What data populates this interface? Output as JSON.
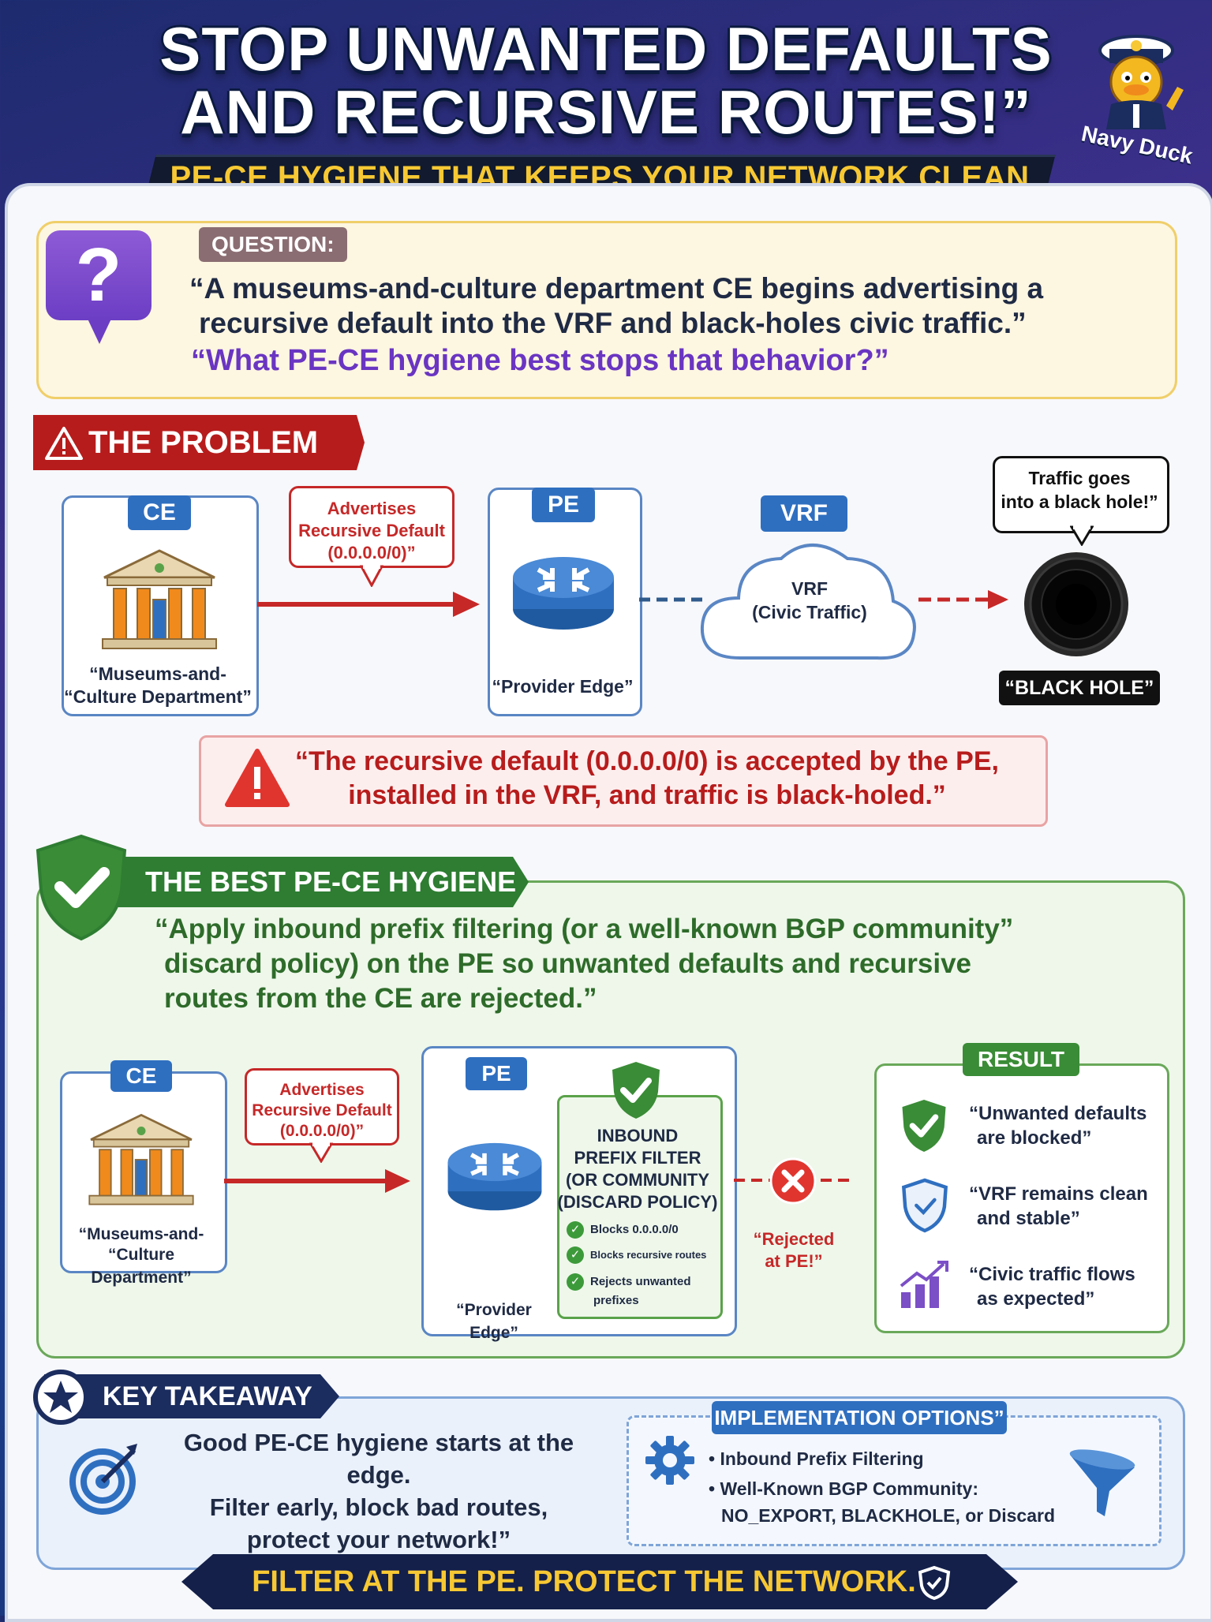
{
  "header": {
    "title_line1": "STOP UNWANTED DEFAULTS",
    "title_line2": "AND RECURSIVE ROUTES!”",
    "subtitle": "PE-CE HYGIENE THAT KEEPS YOUR NETWORK CLEAN",
    "logo_text": "Navy Duck"
  },
  "question": {
    "label": "QUESTION:",
    "icon": "question-mark-icon",
    "line1": "“A museums-and-culture department CE begins advertising a",
    "line2": "recursive default into the VRF and black-holes civic traffic.”",
    "line3": "“What PE-CE hygiene best stops that behavior?”"
  },
  "problem": {
    "banner": "THE PROBLEM",
    "ce_tag": "CE",
    "ce_caption1": "“Museums-and-",
    "ce_caption2": "“Culture Department”",
    "callout1": "Advertises",
    "callout2": "Recursive Default",
    "callout3": "(0.0.0.0/0)”",
    "pe_tag": "PE",
    "pe_caption": "“Provider Edge”",
    "vrf_tag": "VRF",
    "vrf_line1": "VRF",
    "vrf_line2": "(Civic Traffic)",
    "bubble1": "Traffic goes",
    "bubble2": "into a black hole!”",
    "blackhole_label": "“BLACK HOLE”",
    "alert1": "“The recursive default (0.0.0.0/0) is accepted by the PE,",
    "alert2": "installed in the VRF, and traffic is black-holed.”"
  },
  "solution": {
    "banner": "THE BEST PE-CE HYGIENE",
    "text1": "“Apply inbound prefix filtering (or a well-known BGP community”",
    "text2": "discard policy) on the PE so unwanted defaults and recursive",
    "text3": "routes from the CE are rejected.”",
    "ce_tag": "CE",
    "ce_caption1": "“Museums-and-",
    "ce_caption2": "“Culture Department”",
    "callout1": "Advertises",
    "callout2": "Recursive Default",
    "callout3": "(0.0.0.0/0)”",
    "pe_tag": "PE",
    "pe_caption": "“Provider Edge”",
    "filter_title1": "INBOUND",
    "filter_title2": "PREFIX FILTER",
    "filter_title3": "(OR COMMUNITY",
    "filter_title4": "(DISCARD POLICY)",
    "filter_items": [
      "Blocks 0.0.0.0/0",
      "Blocks recursive routes",
      "Rejects unwanted",
      "prefixes"
    ],
    "rejected1": "“Rejected",
    "rejected2": "at PE!”",
    "result_tag": "RESULT",
    "results": [
      {
        "l1": "“Unwanted defaults",
        "l2": "are blocked”",
        "icon": "shield-check-icon"
      },
      {
        "l1": "“VRF remains clean",
        "l2": "and stable”",
        "icon": "shield-outline-icon"
      },
      {
        "l1": "“Civic traffic flows",
        "l2": "as expected”",
        "icon": "bar-chart-icon"
      }
    ]
  },
  "takeaway": {
    "banner": "KEY TAKEAWAY",
    "line1": "Good PE-CE hygiene starts at the edge.",
    "line2": "Filter early, block bad routes,",
    "line3": "protect your network!”",
    "impl_tag": "IMPLEMENTATION OPTIONS”",
    "impl1": "• Inbound Prefix Filtering",
    "impl2": "• Well-Known BGP Community:",
    "impl3": "NO_EXPORT, BLACKHOLE, or Discard"
  },
  "footer": {
    "text": "FILTER AT THE PE. PROTECT THE NETWORK."
  },
  "colors": {
    "problem_red": "#b71c1c",
    "solution_green": "#2e7d32",
    "accent_blue": "#2f6fc0",
    "footer_yellow": "#f7c833"
  }
}
